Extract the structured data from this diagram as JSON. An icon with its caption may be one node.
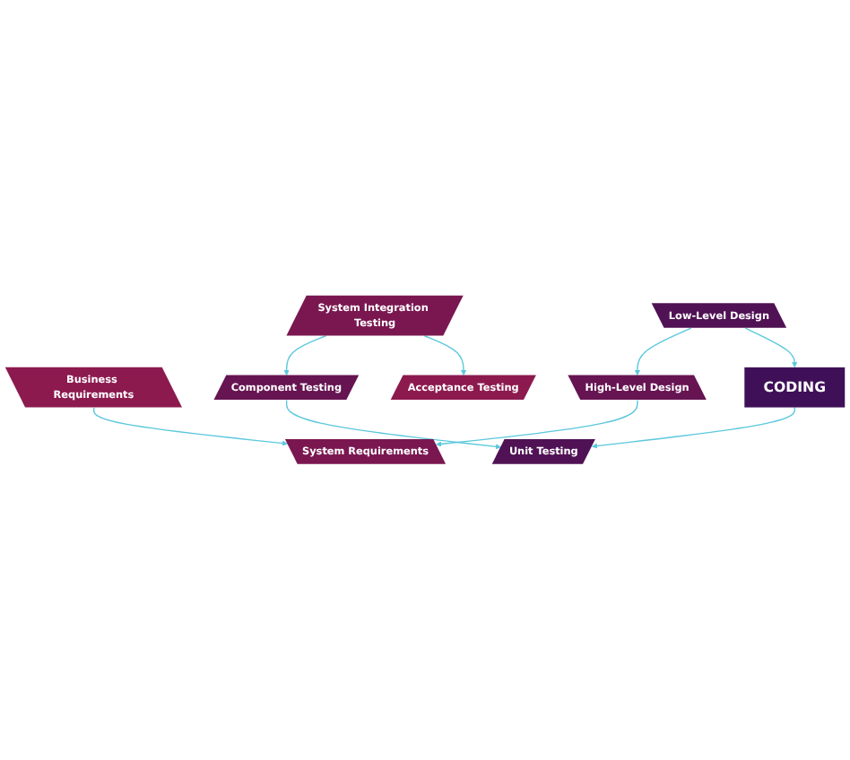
{
  "diagram": {
    "nodes": [
      {
        "text": [
          "Business Requirements"
        ]
      },
      {
        "text": [
          "Acceptance Testing"
        ]
      },
      {
        "text": [
          "System Requirements"
        ]
      },
      {
        "text": [
          "System Integration Testing"
        ]
      },
      {
        "text": [
          "High-Level Design"
        ]
      },
      {
        "text": [
          "Component Testing"
        ]
      },
      {
        "text": [
          "Low-Level Design"
        ]
      },
      {
        "text": [
          "Unit Testing"
        ]
      },
      {
        "text": [
          "CODING"
        ]
      }
    ],
    "edges": [
      {
        "from": 0,
        "to": 2,
        "arrow": "to"
      },
      {
        "from": 4,
        "to": 2,
        "arrow": "to"
      },
      {
        "from": 6,
        "to": 4,
        "arrow": "to"
      },
      {
        "from": 6,
        "to": 8,
        "arrow": "to"
      },
      {
        "from": 8,
        "to": 7,
        "arrow": "to"
      },
      {
        "from": 5,
        "to": 7,
        "arrow": "to"
      },
      {
        "from": 3,
        "to": 5,
        "arrow": "to"
      },
      {
        "from": 3,
        "to": 1,
        "arrow": "to"
      }
    ]
  }
}
